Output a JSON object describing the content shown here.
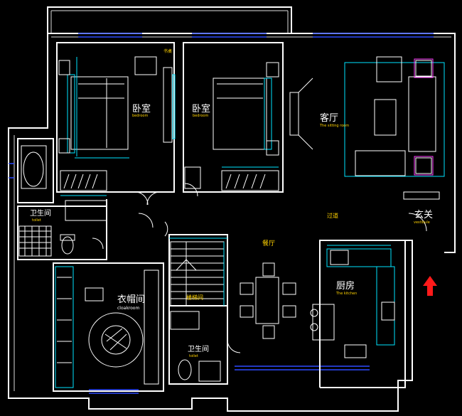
{
  "rooms": {
    "bedroom_left": {
      "name": "卧室",
      "sub": "bedroom"
    },
    "bedroom_right": {
      "name": "卧室",
      "sub": "bedroom"
    },
    "living": {
      "name": "客厅",
      "sub": "The sitting room"
    },
    "bath_upper": {
      "name": "卫生间",
      "sub": "toilet"
    },
    "cloakroom": {
      "name": "衣帽间",
      "sub": "cloakroom"
    },
    "stairs": {
      "name": "楼梯间"
    },
    "bath_lower": {
      "name": "卫生间",
      "sub": "toilet"
    },
    "dining": {
      "name": "餐厅"
    },
    "kitchen": {
      "name": "厨房",
      "sub": "The kitchen"
    },
    "hallway": {
      "name": "过道"
    },
    "entry": {
      "name": "玄关",
      "sub": "vestibule"
    }
  },
  "furniture_labels": {
    "desk": "书桌"
  },
  "colors": {
    "background": "#000000",
    "wall": "#ffffff",
    "text": "#ffd200",
    "dimension": "#00e5ff",
    "window": "#2d4bff",
    "arrow": "#ff1a1a"
  }
}
